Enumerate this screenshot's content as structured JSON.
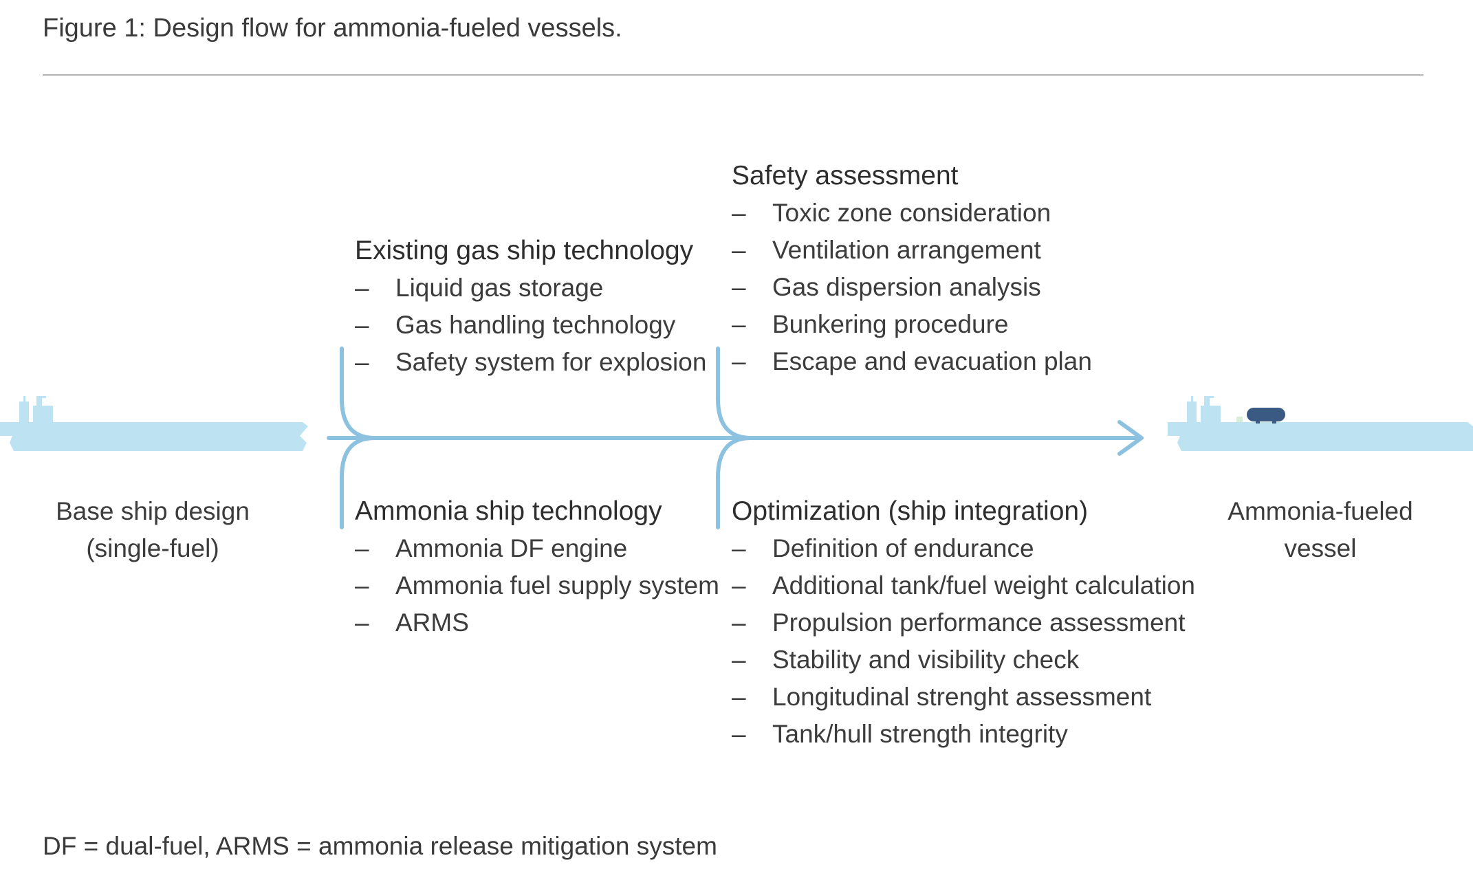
{
  "figure": {
    "caption": "Figure 1: Design flow for ammonia-fueled vessels.",
    "footnote": "DF = dual-fuel, ARMS = ammonia release mitigation system"
  },
  "start": {
    "line1": "Base ship design",
    "line2": "(single-fuel)"
  },
  "end": {
    "line1": "Ammonia-fueled",
    "line2": "vessel"
  },
  "blocks": {
    "existing_gas": {
      "title": "Existing gas ship technology",
      "items": [
        "Liquid gas storage",
        "Gas handling technology",
        "Safety system for explosion"
      ]
    },
    "ammonia_tech": {
      "title": "Ammonia ship technology",
      "items": [
        "Ammonia DF engine",
        "Ammonia fuel supply system",
        "ARMS"
      ]
    },
    "safety": {
      "title": "Safety assessment",
      "items": [
        "Toxic zone consideration",
        "Ventilation arrangement",
        "Gas dispersion analysis",
        "Bunkering procedure",
        "Escape and evacuation plan"
      ]
    },
    "optimization": {
      "title": "Optimization (ship integration)",
      "items": [
        "Definition of endurance",
        "Additional tank/fuel weight calculation",
        "Propulsion performance assessment",
        "Stability and visibility check",
        "Longitudinal strenght assessment",
        "Tank/hull strength integrity"
      ]
    }
  },
  "bullet": "–",
  "colors": {
    "flow_line": "#8cc1e0",
    "ship_hull": "#bde3f3",
    "ammonia_tank": "#3b5a83",
    "text": "#3c3c3c"
  }
}
